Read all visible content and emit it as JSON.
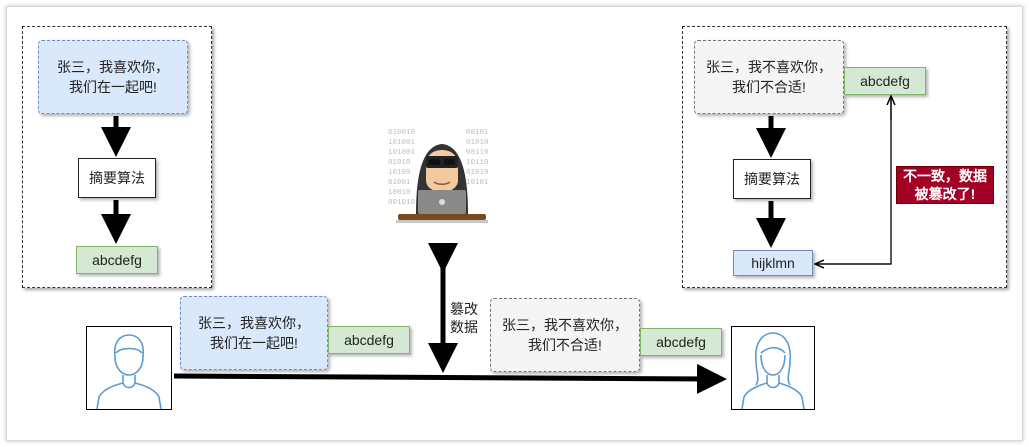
{
  "left_panel": {
    "message": "张三，我喜欢你，\n我们在一起吧!",
    "algorithm": "摘要算法",
    "digest": "abcdefg"
  },
  "right_panel": {
    "message": "张三，我不喜欢你，\n我们不合适!",
    "received_digest": "abcdefg",
    "algorithm": "摘要算法",
    "computed_digest": "hijklmn",
    "alert": "不一致，数据\n被篡改了!"
  },
  "transfer": {
    "sent_message": "张三，我喜欢你，\n我们在一起吧!",
    "sent_digest": "abcdefg",
    "tamper_label": "篡改\n数据",
    "tampered_message": "张三，我不喜欢你，\n我们不合适!",
    "tampered_digest": "abcdefg"
  },
  "hacker": {
    "binary_text": [
      "010010",
      "101001",
      "101001",
      "01010",
      "10100",
      "01001",
      "10010",
      "001010"
    ],
    "binary_text_right": [
      "00101",
      "01010",
      "00110",
      "10110",
      "01010",
      "10101"
    ]
  },
  "colors": {
    "blue_fill": "#dae8fc",
    "blue_stroke": "#6c8ebf",
    "green_fill": "#d5e8d4",
    "green_stroke": "#82b366",
    "gray_fill": "#f5f5f5",
    "alert_fill": "#a20025",
    "person_stroke": "#5b9bd5"
  },
  "icons": [
    "sender-person-icon",
    "receiver-person-icon",
    "hacker-icon"
  ]
}
